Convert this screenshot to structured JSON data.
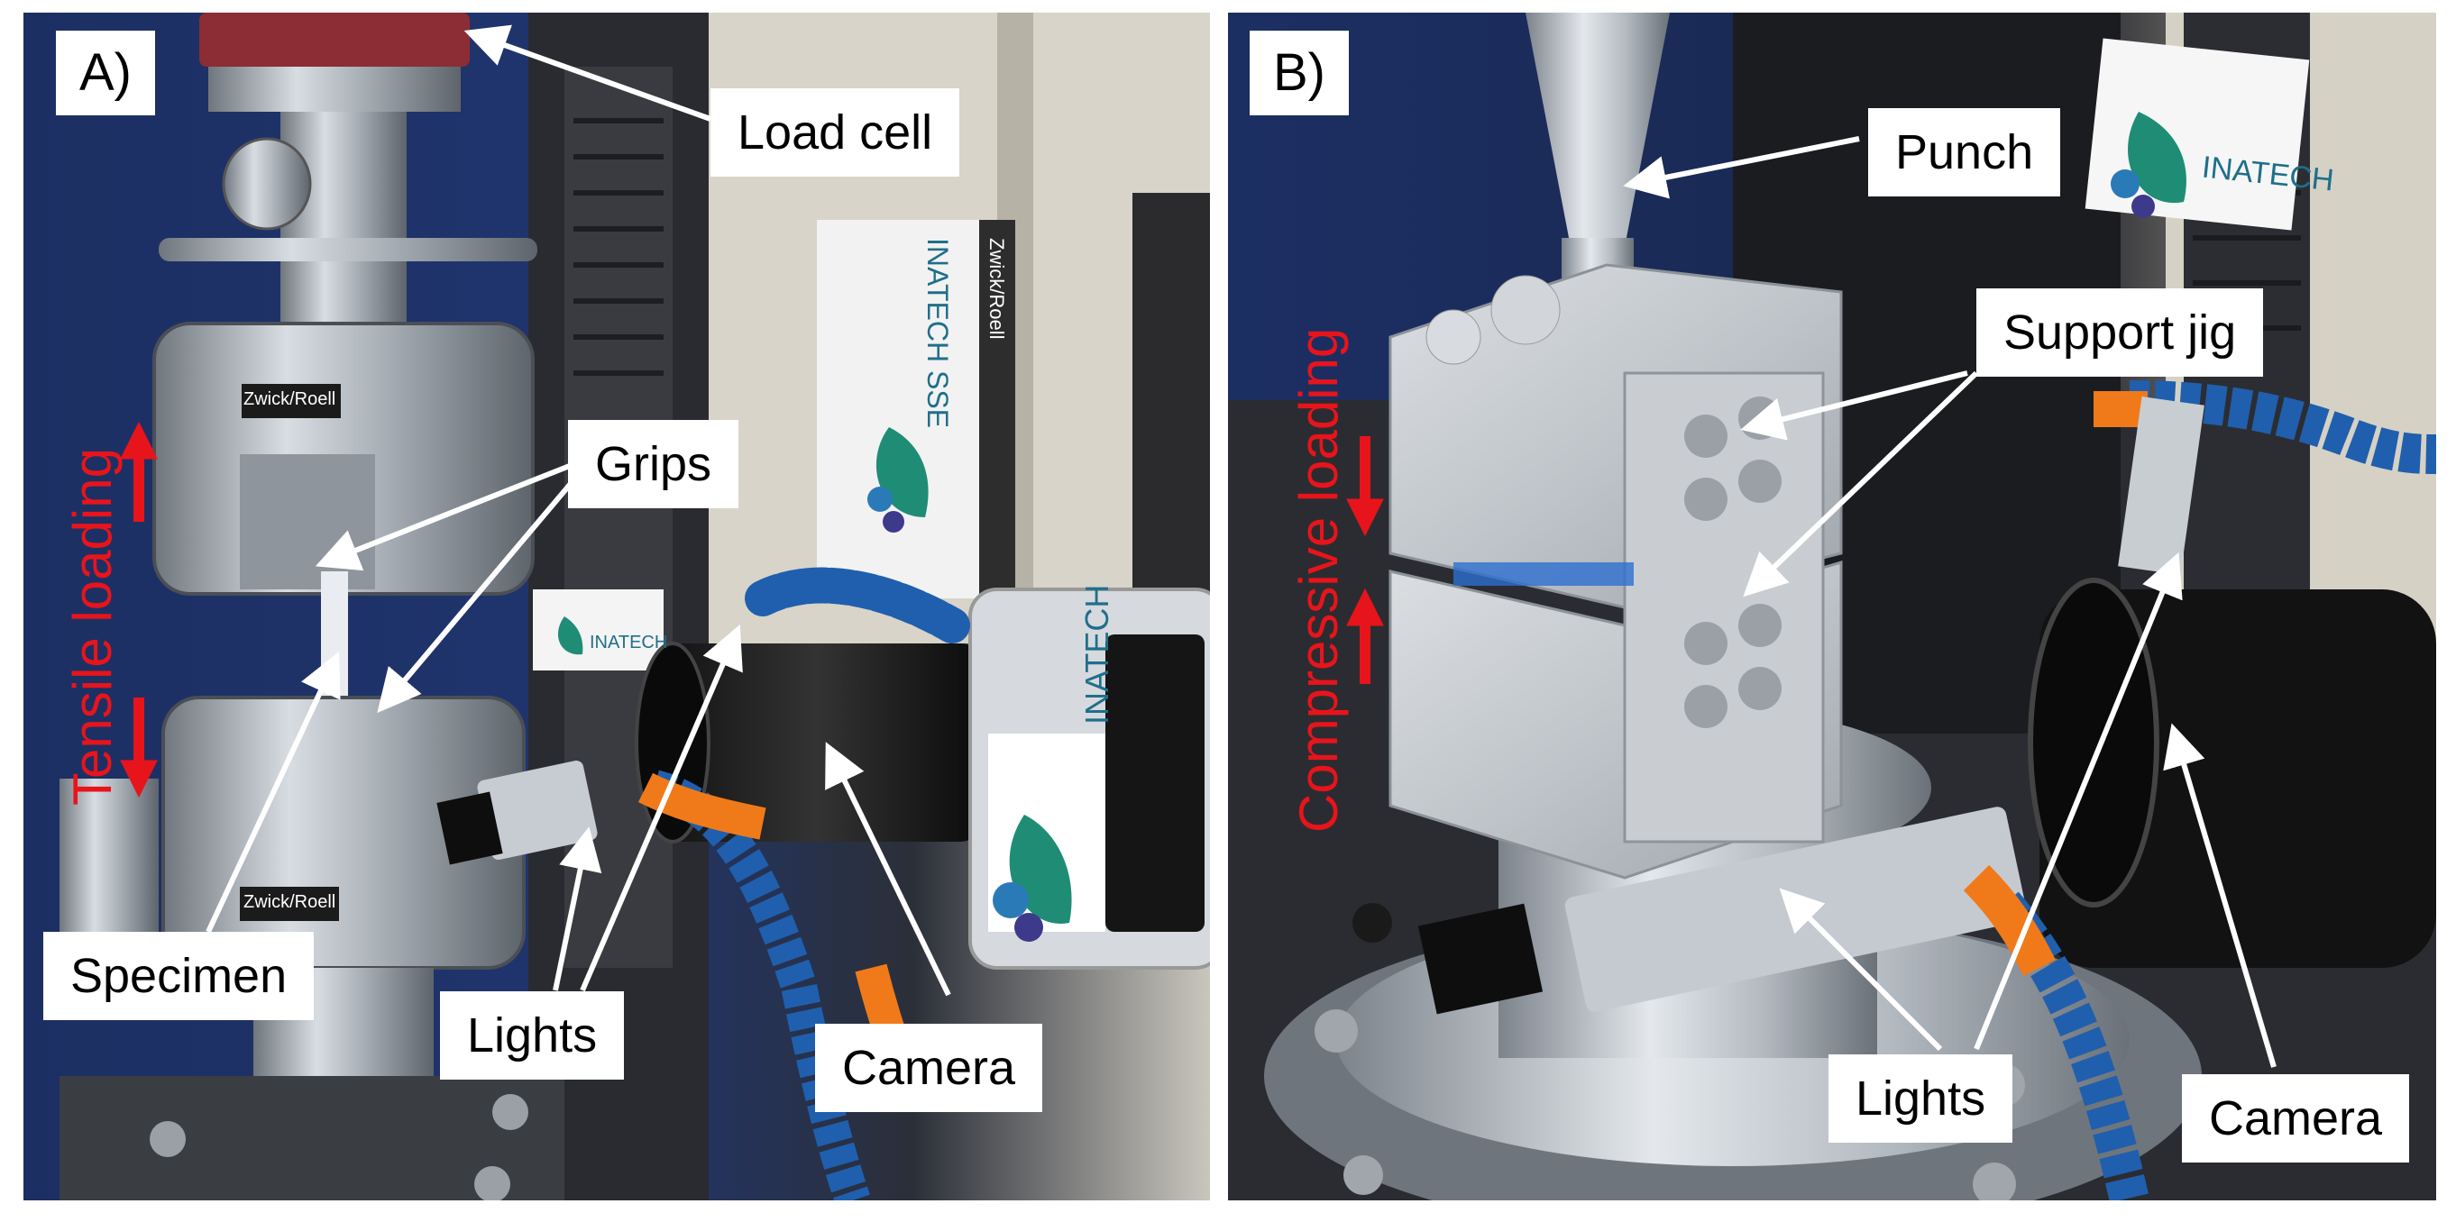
{
  "panel_a": {
    "tag": "A)",
    "labels": {
      "load_cell": "Load cell",
      "grips": "Grips",
      "specimen": "Specimen",
      "lights": "Lights",
      "camera": "Camera"
    },
    "loading_text": "Tensile loading",
    "brand_text": {
      "inatech": "INATECH",
      "inatech_sse": "INATECH SSE",
      "zwick": "Zwick/Roell"
    }
  },
  "panel_b": {
    "tag": "B)",
    "labels": {
      "punch": "Punch",
      "support_jig": "Support jig",
      "lights": "Lights",
      "camera": "Camera"
    },
    "loading_text": "Compressive loading",
    "brand_text": {
      "inatech": "INATECH"
    }
  },
  "colors": {
    "label_bg": "#ffffff",
    "loading_red": "#e8141b",
    "arrow_white": "#ffffff",
    "hose_blue": "#1f5fae",
    "hose_orange": "#f07a1a",
    "steel": "#b9bfc6",
    "background_blue": "#1a2a52"
  }
}
